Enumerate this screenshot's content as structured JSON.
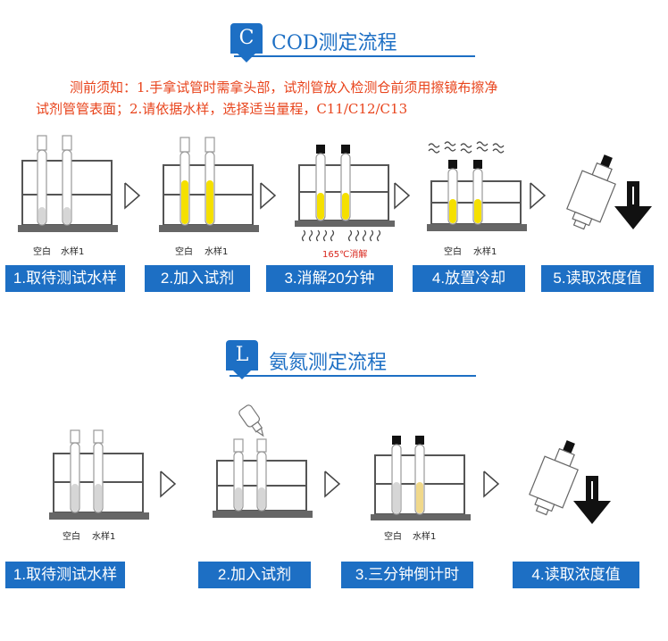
{
  "cod": {
    "badge": "C",
    "title": "COD测定流程",
    "notice_line1": "测前须知：1.手拿试管时需拿头部，试剂管放入检测仓前须用擦镜布擦净",
    "notice_line2": "试剂管管表面；2.请依据水样，选择适当量程，C11/C12/C13",
    "labels": {
      "blank": "空白",
      "sample": "水样1",
      "heat": "165℃消解"
    },
    "steps": [
      "1.取待测试水样",
      "2.加入试剂",
      "3.消解20分钟",
      "4.放置冷却",
      "5.读取浓度值"
    ]
  },
  "ammonia": {
    "badge": "L",
    "title": "氨氮测定流程",
    "labels": {
      "blank": "空白",
      "sample": "水样1"
    },
    "steps": [
      "1.取待测试水样",
      "2.加入试剂",
      "3.三分钟倒计时",
      "4.读取浓度值"
    ]
  },
  "colors": {
    "accent": "#1d6fc4",
    "notice": "#e8441c",
    "heat_label": "#d8261c",
    "reagent_yellow": "#f5e000",
    "sample_tan": "#f0d88a"
  }
}
